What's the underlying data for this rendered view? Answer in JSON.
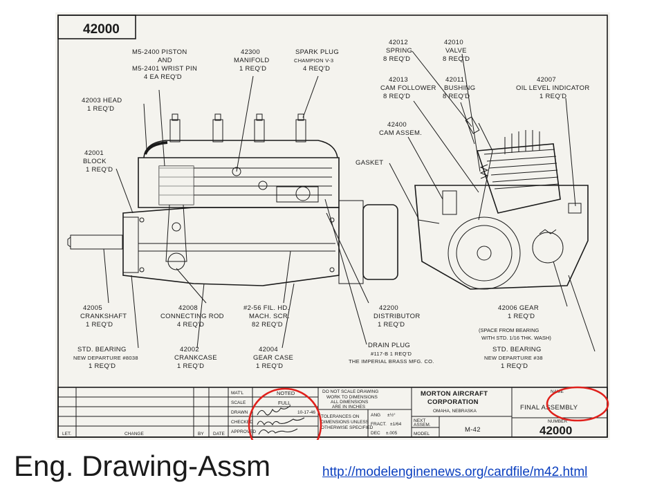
{
  "drawing": {
    "number_box": "42000",
    "callouts": [
      {
        "id": "piston",
        "lines": [
          "M5-2400 PISTON",
          "AND",
          "M5-2401 WRIST PIN",
          "4 EA REQ'D"
        ]
      },
      {
        "id": "manifold",
        "lines": [
          "42300",
          "MANIFOLD",
          "1 REQ'D"
        ]
      },
      {
        "id": "spark",
        "lines": [
          "SPARK PLUG",
          "CHAMPION V-3",
          "4 REQ'D"
        ]
      },
      {
        "id": "spring",
        "lines": [
          "42012",
          "SPRING",
          "8 REQ'D"
        ]
      },
      {
        "id": "valve",
        "lines": [
          "42010",
          "VALVE",
          "8 REQ'D"
        ]
      },
      {
        "id": "camfollower",
        "lines": [
          "42013",
          "CAM FOLLOWER",
          "8 REQ'D"
        ]
      },
      {
        "id": "bushing",
        "lines": [
          "42011",
          "BUSHING",
          "8 REQ'D"
        ]
      },
      {
        "id": "oillevel",
        "lines": [
          "42007",
          "OIL LEVEL INDICATOR",
          "1 REQ'D"
        ]
      },
      {
        "id": "head",
        "lines": [
          "42003 HEAD",
          "1 REQ'D"
        ]
      },
      {
        "id": "camassem",
        "lines": [
          "42400",
          "CAM ASSEM."
        ]
      },
      {
        "id": "block",
        "lines": [
          "42001",
          "BLOCK",
          "1 REQ'D"
        ]
      },
      {
        "id": "gasket",
        "lines": [
          "GASKET"
        ]
      },
      {
        "id": "crankshaft",
        "lines": [
          "42005",
          "CRANKSHAFT",
          "1 REQ'D"
        ]
      },
      {
        "id": "conrod",
        "lines": [
          "42008",
          "CONNECTING ROD",
          "4 REQ'D"
        ]
      },
      {
        "id": "machscr",
        "lines": [
          "#2-56 FIL. HD.",
          "MACH. SCR.",
          "82 REQ'D"
        ]
      },
      {
        "id": "distributor",
        "lines": [
          "42200",
          "DISTRIBUTOR",
          "1 REQ'D"
        ]
      },
      {
        "id": "gear",
        "lines": [
          "42006 GEAR",
          "1 REQ'D"
        ]
      },
      {
        "id": "space",
        "lines": [
          "(SPACE FROM BEARING",
          "WITH STD. 1/16 THK. WASH)"
        ]
      },
      {
        "id": "stdbearing1",
        "lines": [
          "STD. BEARING",
          "NEW DEPARTURE #8038",
          "1 REQ'D"
        ]
      },
      {
        "id": "crankcase",
        "lines": [
          "42002",
          "CRANKCASE",
          "1 REQ'D"
        ]
      },
      {
        "id": "gearcase",
        "lines": [
          "42004",
          "GEAR CASE",
          "1 REQ'D"
        ]
      },
      {
        "id": "drainplug",
        "lines": [
          "DRAIN PLUG",
          "#117-B 1 REQ'D",
          "THE IMPERIAL BRASS MFG. CO."
        ]
      },
      {
        "id": "stdbearing2",
        "lines": [
          "STD. BEARING",
          "NEW DEPARTURE #38",
          "1 REQ'D"
        ]
      }
    ],
    "title_block": {
      "col_labels": [
        "MAT'L",
        "SCALE",
        "DRAWN",
        "CHECKED",
        "APPROVED"
      ],
      "material": "NOTED",
      "scale": "FULL",
      "drawn_date": "10-17-46",
      "scale_note": [
        "DO NOT SCALE DRAWING",
        "WORK TO DIMENSIONS",
        "ALL DIMENSIONS",
        "ARE IN INCHES"
      ],
      "tolerance_note": [
        "TOLERANCES ON",
        "DIMENSIONS UNLESS",
        "OTHERWISE SPECIFIED"
      ],
      "tolerances": [
        {
          "label": "ANG",
          "value": "±½°"
        },
        {
          "label": "FRACT.",
          "value": "±1/64"
        },
        {
          "label": "DEC",
          "value": "±.005"
        }
      ],
      "company": [
        "MORTON AIRCRAFT",
        "CORPORATION",
        "OMAHA, NEBRASKA"
      ],
      "next_assem": [
        "NEXT",
        "ASSEM."
      ],
      "model_label": "MODEL",
      "model": "M-42",
      "name_label": "NAME",
      "name": "FINAL  ASSEMBLY",
      "number_label": "NUMBER",
      "number": "42000",
      "revision_headers": [
        "LET.",
        "CHANGE",
        "BY",
        "DATE"
      ]
    }
  },
  "slide": {
    "title": "Eng. Drawing-Assm",
    "link": "http://modelenginenews.org/cardfile/m42.html"
  },
  "colors": {
    "highlight": "#e0201b",
    "link": "#0b3fbf",
    "ink": "#1a1a1a"
  }
}
